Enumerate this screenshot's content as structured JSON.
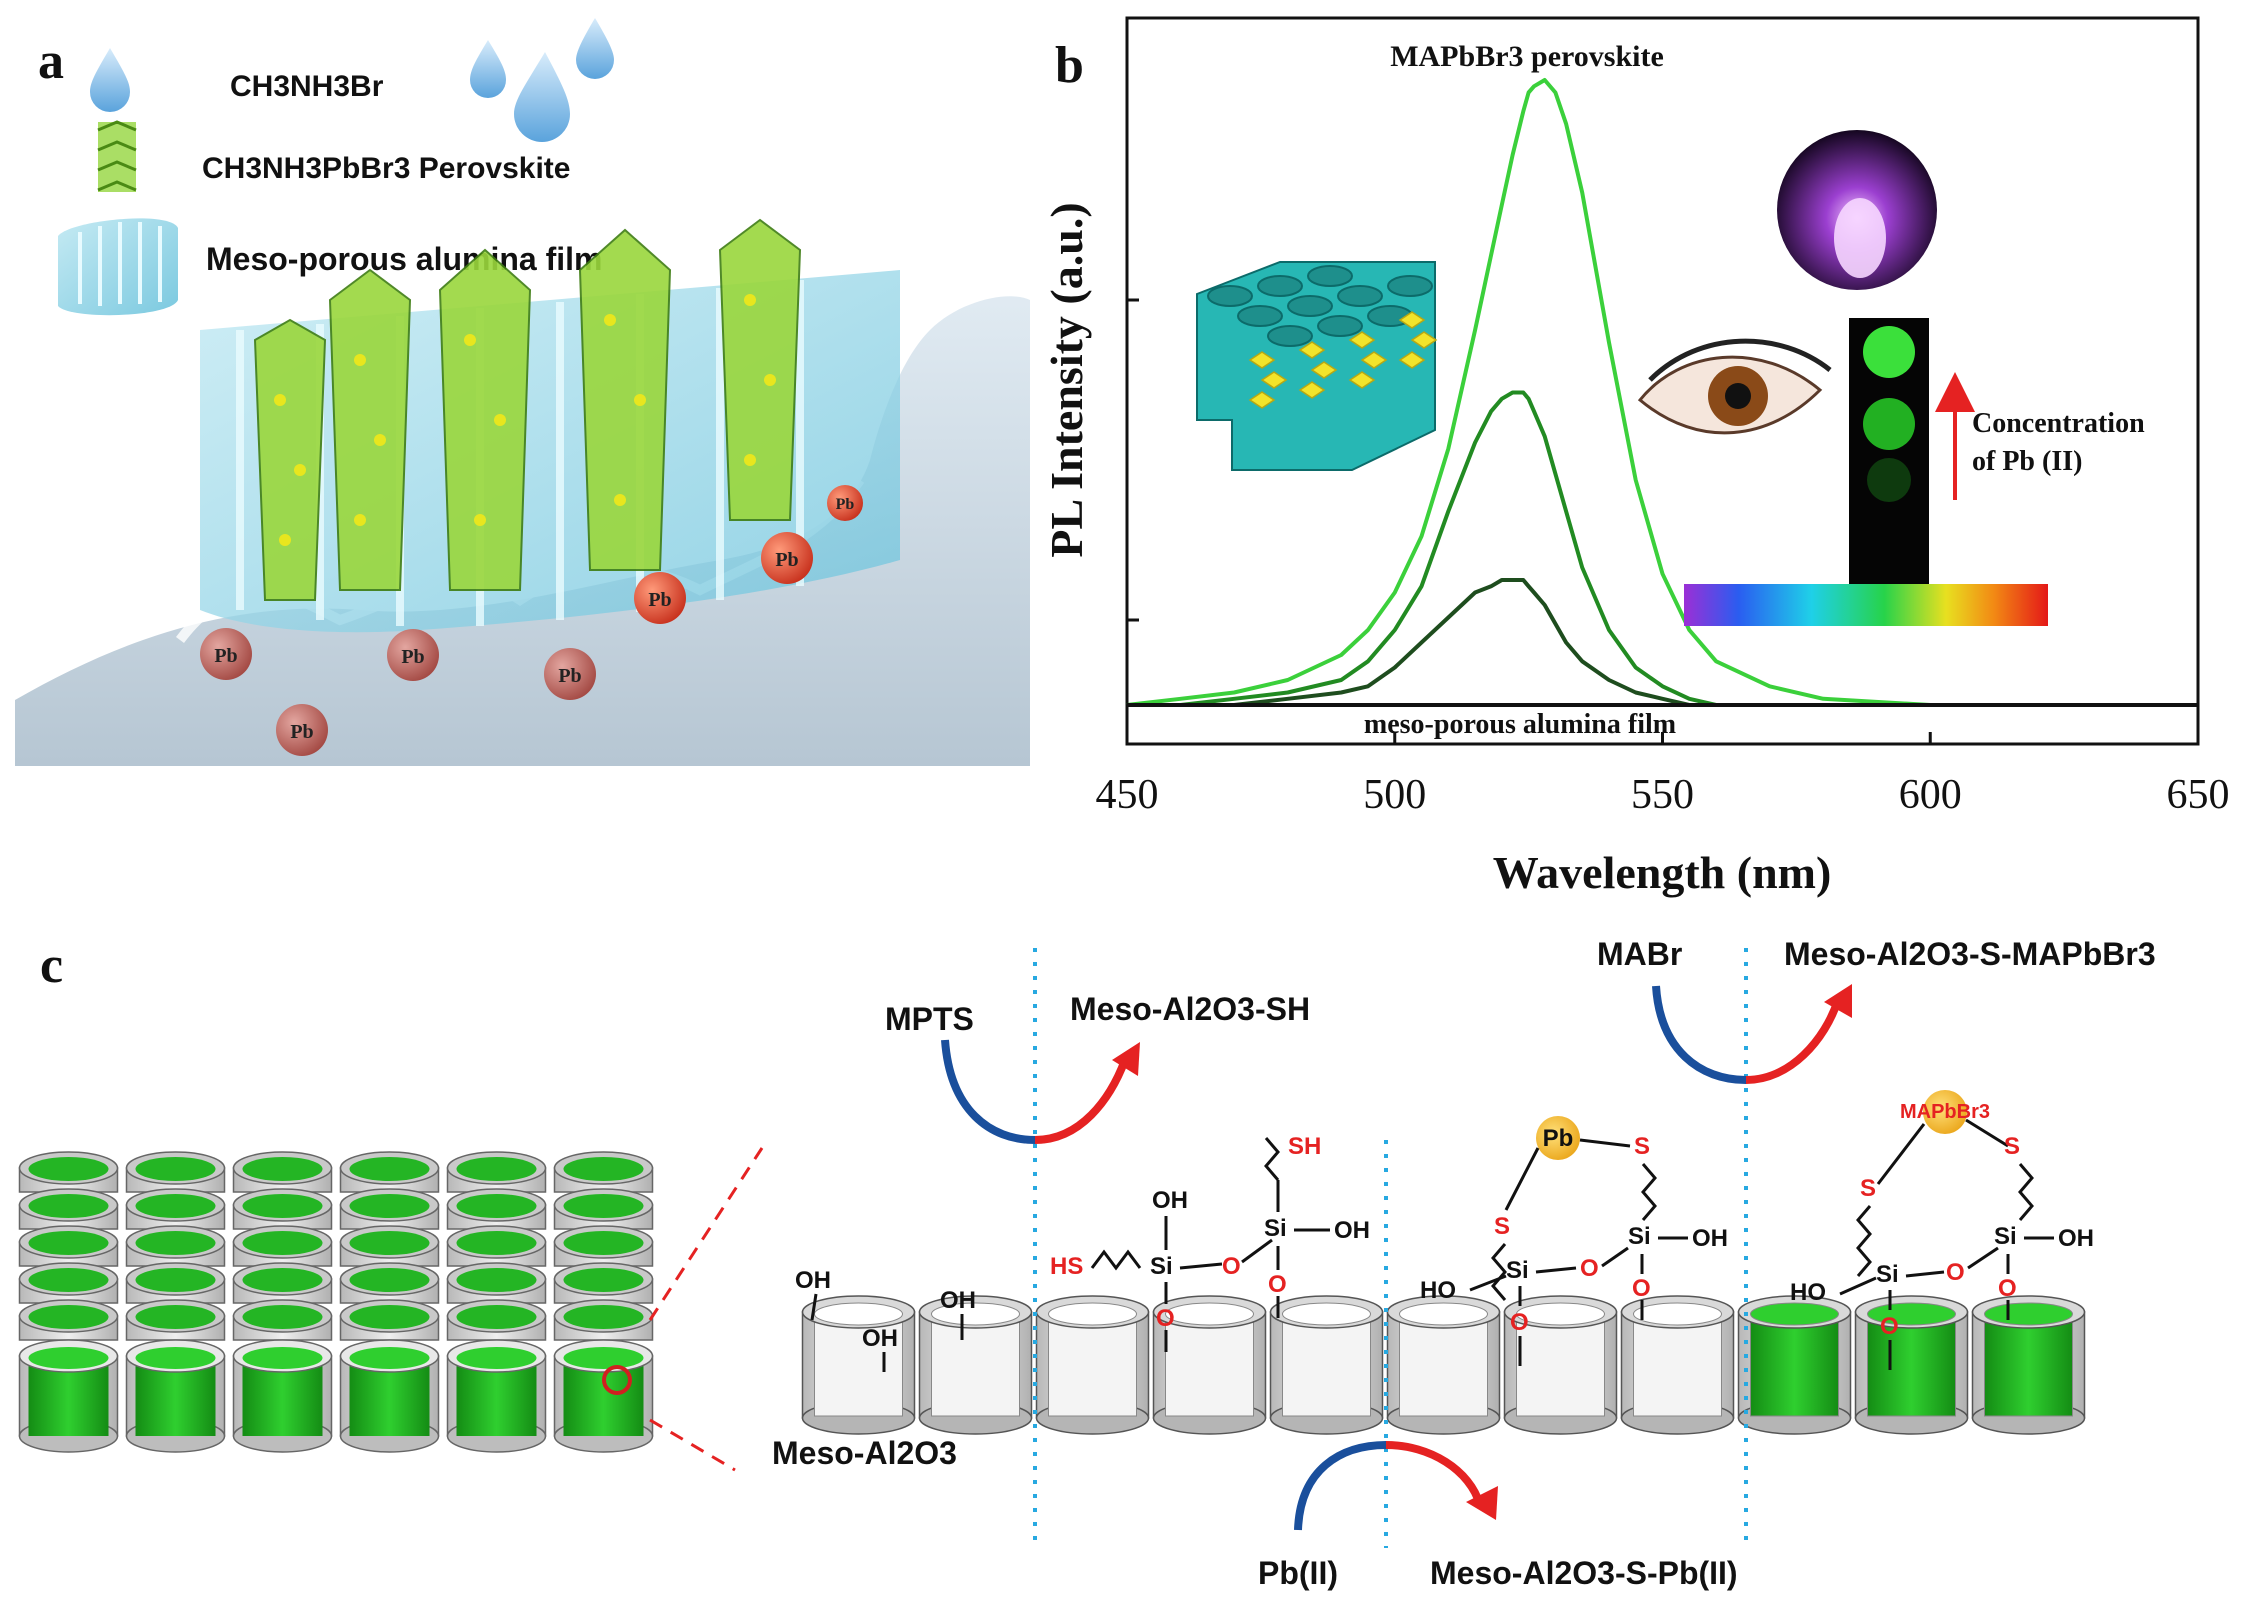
{
  "panel_a": {
    "letter": "a",
    "legend": [
      {
        "icon": "droplet-icon",
        "label": "CH3NH3Br"
      },
      {
        "icon": "perovskite-crystal-icon",
        "label": "CH3NH3PbBr3 Perovskite"
      },
      {
        "icon": "alumina-film-icon",
        "label": "Meso-porous alumina film"
      }
    ],
    "ion_label": "Pb"
  },
  "panel_b": {
    "letter": "b",
    "top_label": "MAPbBr3 perovskite",
    "bottom_label": "meso-porous alumina film",
    "inset_arrow_label_line1": "Concentration",
    "inset_arrow_label_line2": "of Pb (II)"
  },
  "chart_data": {
    "type": "line",
    "xlabel": "Wavelength (nm)",
    "ylabel": "PL Intensity (a.u.)",
    "xlim": [
      450,
      650
    ],
    "ylim": [
      0,
      1
    ],
    "xticks": [
      450,
      500,
      550,
      600,
      650
    ],
    "grid": false,
    "x": [
      450,
      460,
      470,
      480,
      490,
      495,
      500,
      505,
      510,
      515,
      518,
      520,
      522,
      524,
      525,
      526,
      528,
      530,
      532,
      535,
      540,
      545,
      550,
      555,
      560,
      570,
      580,
      600,
      620,
      650
    ],
    "series": [
      {
        "color": "#3bd03b",
        "values": [
          0.0,
          0.01,
          0.02,
          0.04,
          0.08,
          0.12,
          0.18,
          0.27,
          0.41,
          0.6,
          0.72,
          0.8,
          0.88,
          0.95,
          0.98,
          0.99,
          1.0,
          0.98,
          0.93,
          0.82,
          0.58,
          0.36,
          0.21,
          0.12,
          0.07,
          0.03,
          0.01,
          0.0,
          0.0,
          0.0
        ]
      },
      {
        "color": "#228b22",
        "values": [
          0.0,
          0.0,
          0.01,
          0.02,
          0.04,
          0.07,
          0.12,
          0.19,
          0.31,
          0.42,
          0.47,
          0.49,
          0.5,
          0.5,
          0.49,
          0.47,
          0.43,
          0.37,
          0.31,
          0.22,
          0.12,
          0.06,
          0.03,
          0.01,
          0.0,
          0.0,
          0.0,
          0.0,
          0.0,
          0.0
        ]
      },
      {
        "color": "#1e4d1e",
        "values": [
          0.0,
          0.0,
          0.0,
          0.01,
          0.02,
          0.03,
          0.06,
          0.1,
          0.14,
          0.18,
          0.19,
          0.2,
          0.2,
          0.2,
          0.19,
          0.18,
          0.16,
          0.13,
          0.1,
          0.07,
          0.04,
          0.02,
          0.01,
          0.0,
          0.0,
          0.0,
          0.0,
          0.0,
          0.0,
          0.0
        ]
      },
      {
        "color": "#111111",
        "values": [
          0.0,
          0.0,
          0.0,
          0.0,
          0.0,
          0.0,
          0.0,
          0.0,
          0.0,
          0.0,
          0.0,
          0.0,
          0.0,
          0.0,
          0.0,
          0.0,
          0.0,
          0.0,
          0.0,
          0.0,
          0.0,
          0.0,
          0.0,
          0.0,
          0.0,
          0.0,
          0.0,
          0.0,
          0.0,
          0.0
        ]
      }
    ]
  },
  "panel_c": {
    "letter": "c",
    "substrate_label": "Meso-Al2O3",
    "step1_reagent": "MPTS",
    "step1_product": "Meso-Al2O3-SH",
    "step2_reagent": "Pb(II)",
    "step2_product": "Meso-Al2O3-S-Pb(II)",
    "step3_reagent": "MABr",
    "step3_product": "Meso-Al2O3-S-MAPbBr3",
    "oh_label": "OH",
    "ho_label": "HO",
    "hs_label": "HS",
    "sh_label": "SH",
    "si_label": "Si",
    "o_label": "O",
    "s_label": "S",
    "pb_label": "Pb",
    "mapbbr3_label": "MAPbBr3",
    "colors": {
      "accent_red": "#e52222",
      "arrow_blue": "#1a4f9c",
      "dotted_blue": "#27a9e1",
      "green_fill": "#22b022"
    }
  }
}
